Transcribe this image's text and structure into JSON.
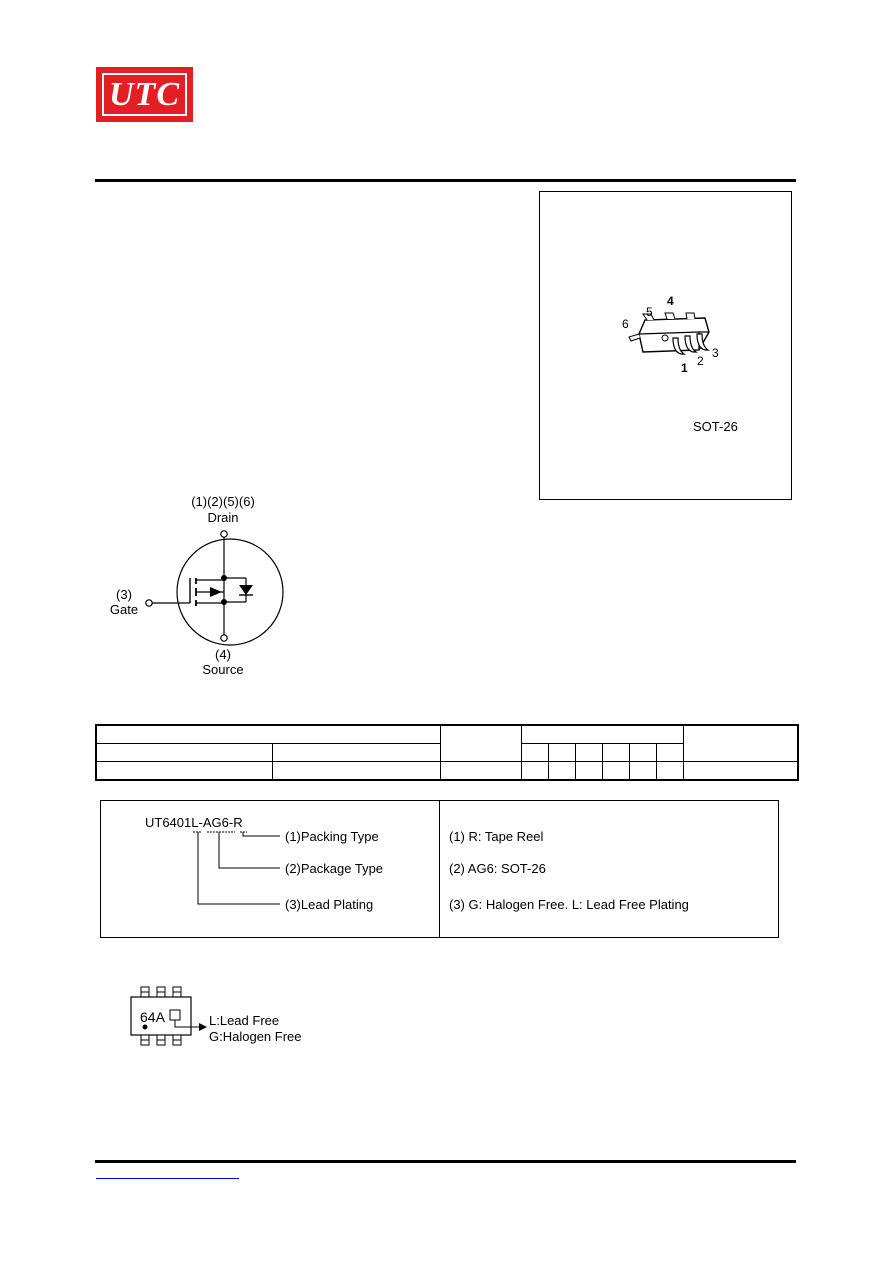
{
  "logo": {
    "text": "UTC",
    "color": "#e31e24"
  },
  "package": {
    "name": "SOT-26",
    "pins_top": [
      "6",
      "5",
      "4"
    ],
    "pins_bottom": [
      "1",
      "2",
      "3"
    ]
  },
  "symbol": {
    "drain_pins": "(1)(2)(5)(6)",
    "drain_label": "Drain",
    "gate_pins": "(3)",
    "gate_label": "Gate",
    "source_pins": "(4)",
    "source_label": "Source"
  },
  "ordering_code": {
    "part": "UT6401",
    "seg_plating": "L",
    "sep1": "-",
    "seg_package": "AG6",
    "sep2": "-",
    "seg_packing": "R",
    "labels": [
      "(1)Packing Type",
      "(2)Package Type",
      "(3)Lead Plating"
    ],
    "descriptions": [
      "(1) R: Tape Reel",
      "(2) AG6: SOT-26",
      "(3) G: Halogen Free. L: Lead Free Plating"
    ]
  },
  "marking": {
    "code": "64A",
    "legend_l": "L:Lead Free",
    "legend_g": "G:Halogen Free"
  }
}
